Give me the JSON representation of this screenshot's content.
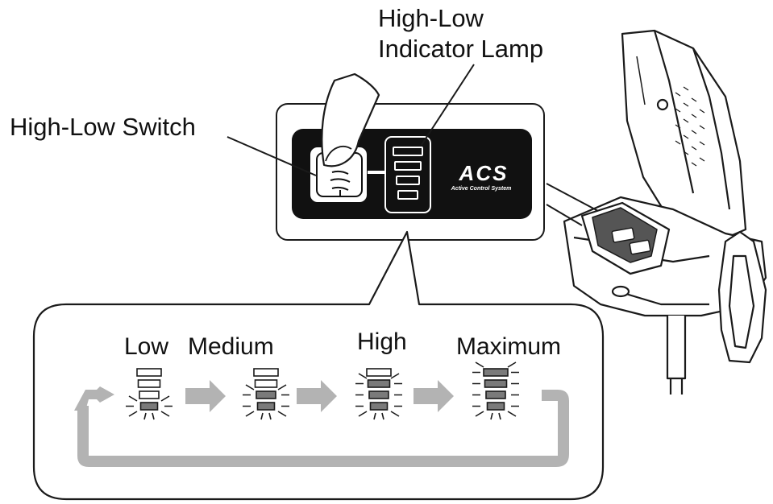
{
  "callouts": {
    "switch": "High-Low Switch",
    "lamp_line1": "High-Low",
    "lamp_line2": "Indicator Lamp"
  },
  "panel": {
    "brand": "ACS",
    "brand_sub": "Active Control System"
  },
  "levels": [
    {
      "label": "Low",
      "lit_segments": 1
    },
    {
      "label": "Medium",
      "lit_segments": 2
    },
    {
      "label": "High",
      "lit_segments": 3
    },
    {
      "label": "Maximum",
      "lit_segments": 4
    }
  ],
  "colors": {
    "panel": "#111111",
    "lit": "#7a7a7a",
    "arrow": "#b3b3b3",
    "outline": "#1a1a1a"
  }
}
